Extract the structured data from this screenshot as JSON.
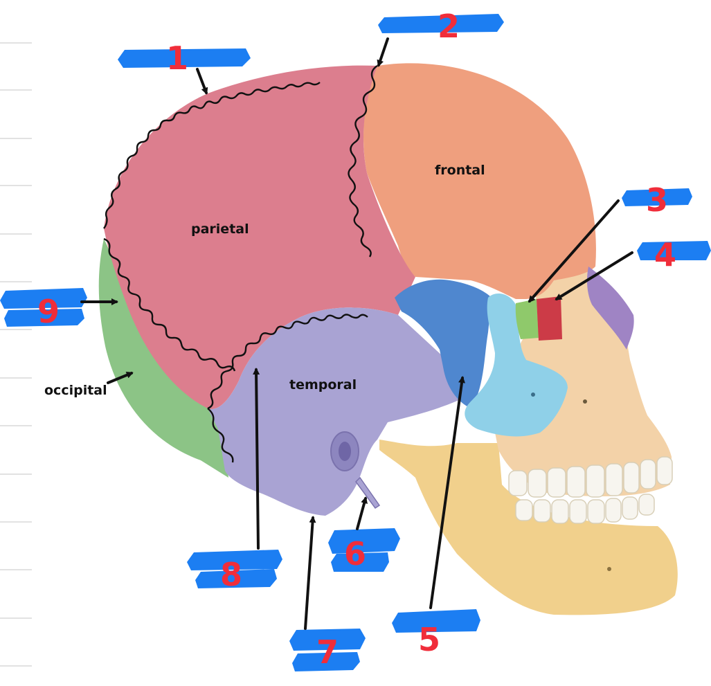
{
  "bones": {
    "frontal": "frontal",
    "parietal": "parietal",
    "temporal": "temporal",
    "occipital": "occipital"
  },
  "markers": {
    "m1": "1",
    "m2": "2",
    "m3": "3",
    "m4": "4",
    "m5": "5",
    "m6": "6",
    "m7": "7",
    "m8": "8",
    "m9": "9"
  },
  "colors": {
    "frontal": "#ef9f7e",
    "parietal": "#dc7e8e",
    "temporal": "#a9a3d3",
    "occipital": "#8cc486",
    "sphenoid": "#4f87cf",
    "zygomatic": "#8fd0e8",
    "ethmoid": "#8fc96b",
    "lacrimal": "#cc3b47",
    "nasal": "#9f84c4",
    "face": "#f3d2a8",
    "mandible": "#f1d08c",
    "teeth": "#f7f5ef",
    "highlight": "#1c7ef2",
    "number": "#f02d3a",
    "suture": "#111111"
  },
  "icons": {
    "pointer": "arrow-icon"
  }
}
